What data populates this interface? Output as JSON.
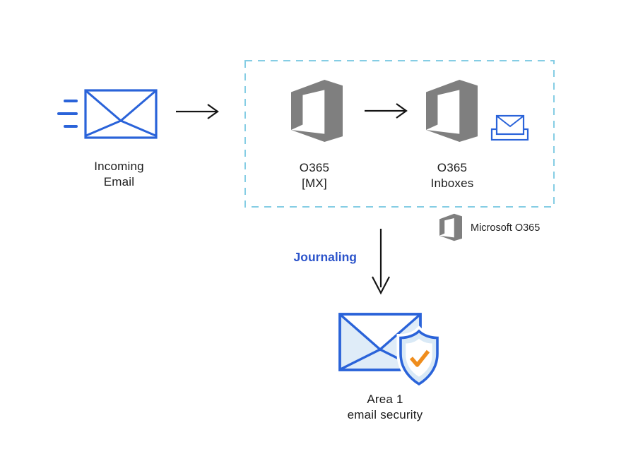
{
  "diagram": {
    "incoming": {
      "label_line1": "Incoming",
      "label_line2": "Email"
    },
    "o365_mx": {
      "label_line1": "O365",
      "label_line2": "[MX]"
    },
    "o365_inboxes": {
      "label_line1": "O365",
      "label_line2": "Inboxes"
    },
    "legend": {
      "label": "Microsoft O365"
    },
    "journaling": {
      "label": "Journaling"
    },
    "area1": {
      "label_line1": "Area 1",
      "label_line2": "email security"
    }
  },
  "icons": [
    "incoming-email-icon",
    "arrow-right-icon",
    "office365-logo",
    "arrow-right-icon",
    "office365-logo",
    "inbox-icon",
    "office365-logo-small",
    "arrow-down-icon",
    "email-security-shield-icon"
  ],
  "colors": {
    "icon_blue": "#2a63d9",
    "pale_blue": "#dfecf8",
    "dashed_border": "#85cde4",
    "logo_gray": "#7f7f7f",
    "journaling_blue": "#2d55cb",
    "check_orange": "#ef8d1d",
    "arrow_black": "#151515",
    "text_black": "#1c1c1c"
  }
}
